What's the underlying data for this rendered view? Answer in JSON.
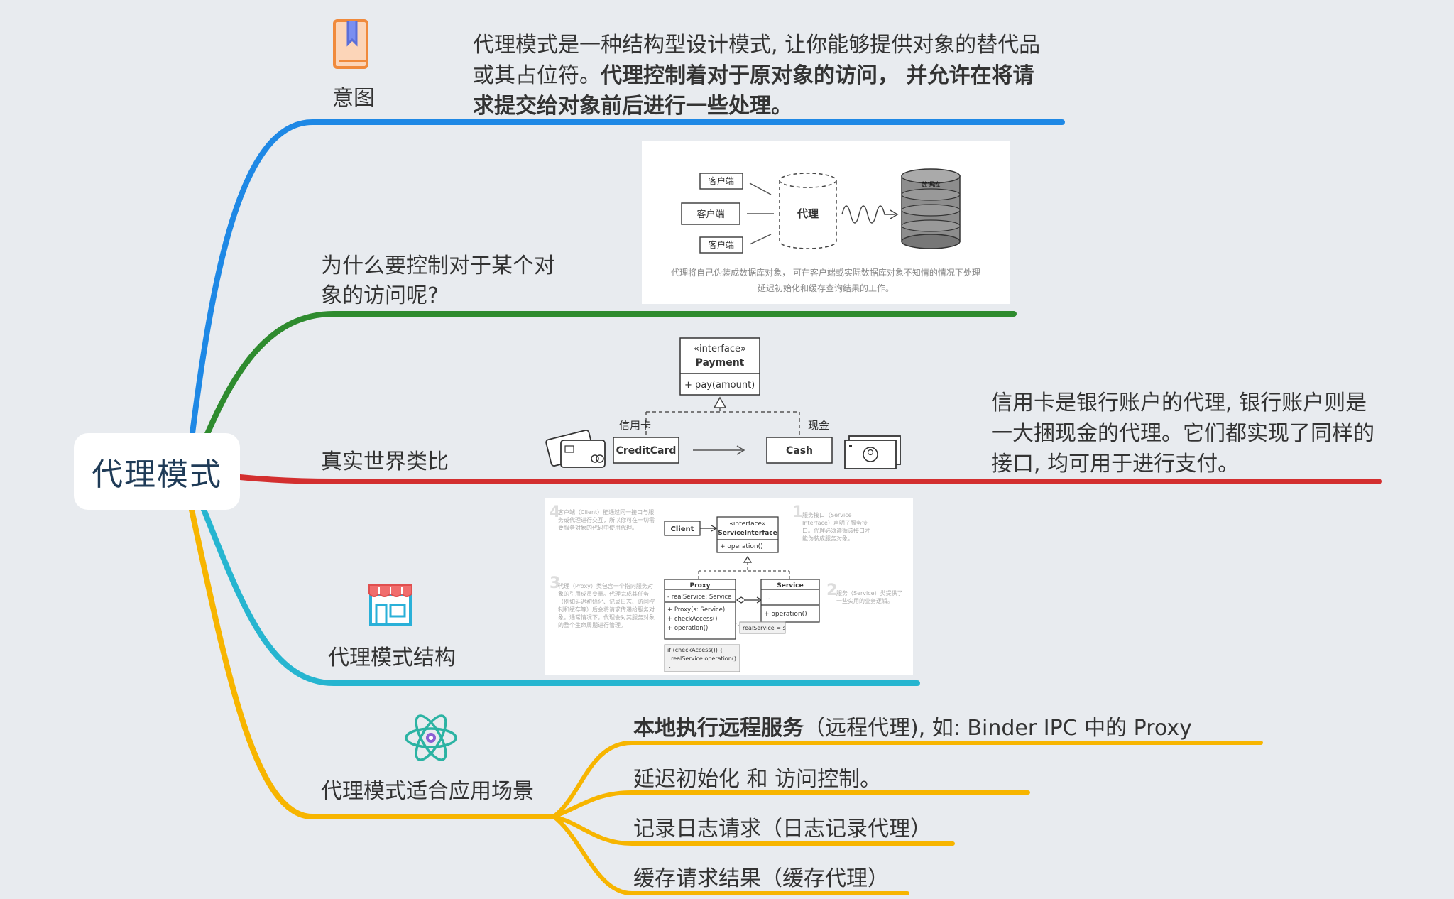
{
  "root": {
    "label": "代理模式"
  },
  "branches": {
    "intent": {
      "label": "意图",
      "icon": "bookmark-book-icon",
      "color": "#1e88e5",
      "text_plain": "代理模式是一种结构型设计模式, 让你能够提供对象的替代品或其占位符。",
      "text_bold": "代理控制着对于原对象的访问， 并允许在将请求提交给对象前后进行一些处理。"
    },
    "why": {
      "label": "为什么要控制对于某个对象的访问呢?",
      "color": "#2e8b2e",
      "diagram": {
        "client1": "客户端",
        "client2": "客户端",
        "client3": "客户端",
        "proxy": "代理",
        "database": "数据库",
        "caption_line1": "代理将自己伪装成数据库对象， 可在客户端或实际数据库对象不知情的情况下处理",
        "caption_line2": "延迟初始化和缓存查询结果的工作。"
      }
    },
    "analogy": {
      "label": "真实世界类比",
      "color": "#d32f2f",
      "text": "信用卡是银行账户的代理, 银行账户则是一大捆现金的代理。它们都实现了同样的接口, 均可用于进行支付。",
      "diagram": {
        "stereotype": "«interface»",
        "interface_name": "Payment",
        "method": "+ pay(amount)",
        "credit_label": "信用卡",
        "cash_label": "现金",
        "credit_class": "CreditCard",
        "cash_class": "Cash"
      }
    },
    "structure": {
      "label": "代理模式结构",
      "icon": "storefront-icon",
      "color": "#26b5d0",
      "diagram": {
        "client": "Client",
        "iface_stereotype": "«interface»",
        "iface_name": "ServiceInterface",
        "iface_method": "+ operation()",
        "proxy_name": "Proxy",
        "proxy_field": "- realService: Service",
        "proxy_methods": [
          "+ Proxy(s: Service)",
          "+ checkAccess()",
          "+ operation()"
        ],
        "service_name": "Service",
        "service_field": "...",
        "service_method": "+ operation()",
        "note_assign": "realService = s",
        "note_code": [
          "if (checkAccess()) {",
          "  realService.operation()",
          "}"
        ],
        "num1": "1",
        "note1": "服务接口（Service Interface）声明了服务接口。代理必须遵循该接口才能伪装成服务对象。",
        "num2": "2",
        "note2": "服务（Service）类提供了一些实用的业务逻辑。",
        "num3": "3",
        "note3": "代理（Proxy）类包含一个指向服务对象的引用成员变量。代理完成其任务（例如延迟初始化、记录日志、访问控制和缓存等）后会将请求传递给服务对象。通常情况下，代理会对其服务对象的整个生命周期进行管理。",
        "num4": "4",
        "note4": "客户端（Client）能通过同一接口与服务或代理进行交互，所以你可在一切需要服务对象的代码中使用代理。"
      }
    },
    "usage": {
      "label": "代理模式适合应用场景",
      "icon": "atom-icon",
      "color": "#f7b500",
      "items": [
        {
          "bold": "本地执行远程服务",
          "text": "（远程代理), 如: Binder IPC 中的 Proxy"
        },
        {
          "bold": "",
          "text": "延迟初始化 和 访问控制。"
        },
        {
          "bold": "",
          "text": "记录日志请求（日志记录代理）"
        },
        {
          "bold": "",
          "text": "缓存请求结果（缓存代理）"
        }
      ]
    }
  }
}
